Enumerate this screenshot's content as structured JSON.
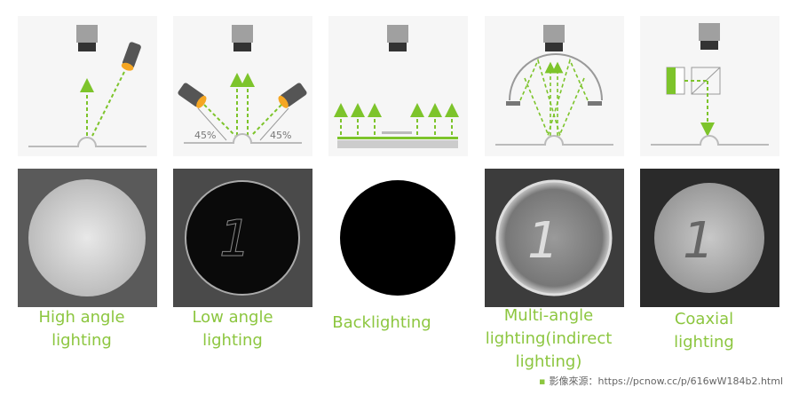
{
  "colors": {
    "green": "#8cc63f",
    "light": "#f6f6f6",
    "camera": "#999999",
    "lamp": "#f5a623"
  },
  "panels": [
    {
      "caption": [
        "High angle",
        "lighting"
      ]
    },
    {
      "caption": [
        "Low angle",
        "lighting"
      ],
      "angle_left": "45%",
      "angle_right": "45%"
    },
    {
      "caption": [
        "Backlighting"
      ]
    },
    {
      "caption": [
        "Multi-angle",
        "lighting(indirect",
        "lighting)"
      ]
    },
    {
      "caption": [
        "Coaxial",
        "lighting"
      ]
    }
  ],
  "source": {
    "label": "影像來源：https://pcnow.cc/p/616wW184b2.html"
  }
}
